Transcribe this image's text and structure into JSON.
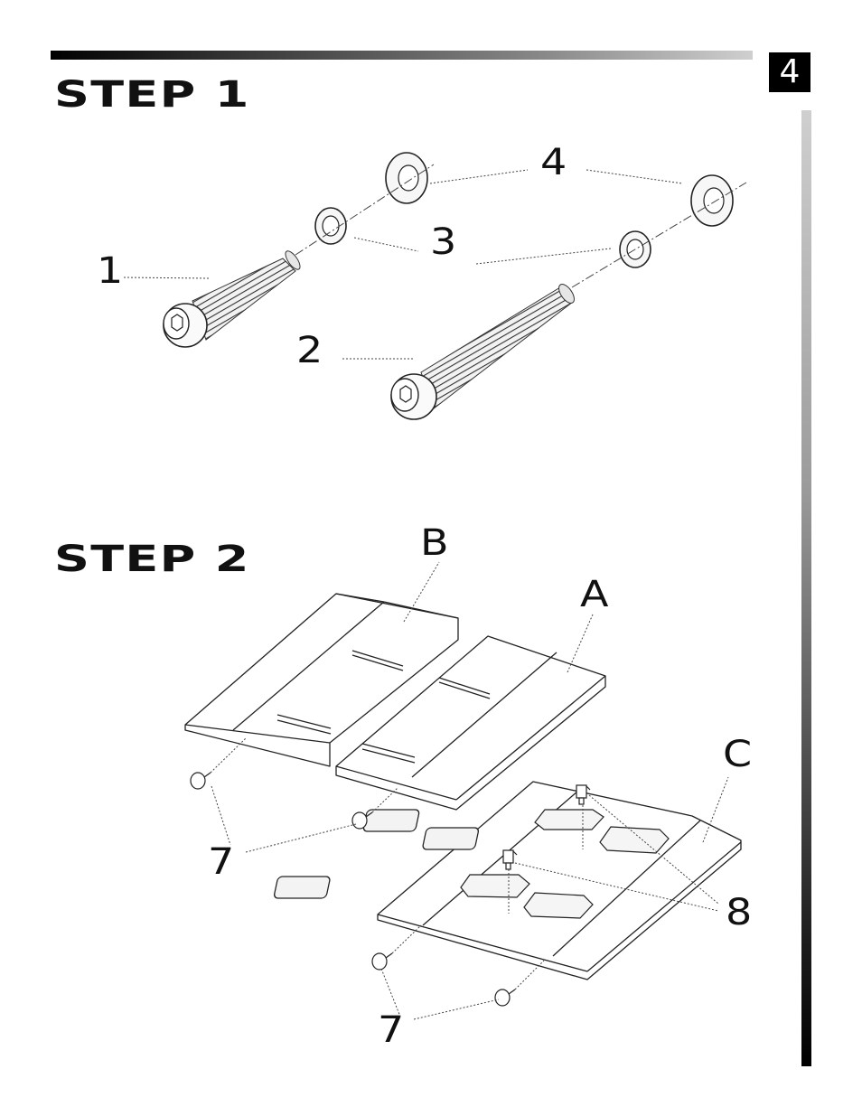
{
  "page_number": "4",
  "step1": {
    "title": "STEP 1",
    "callouts": [
      "1",
      "2",
      "3",
      "4"
    ]
  },
  "step2": {
    "title": "STEP 2",
    "part_labels": [
      "A",
      "B",
      "C"
    ],
    "callouts": [
      "7",
      "7",
      "8"
    ]
  }
}
